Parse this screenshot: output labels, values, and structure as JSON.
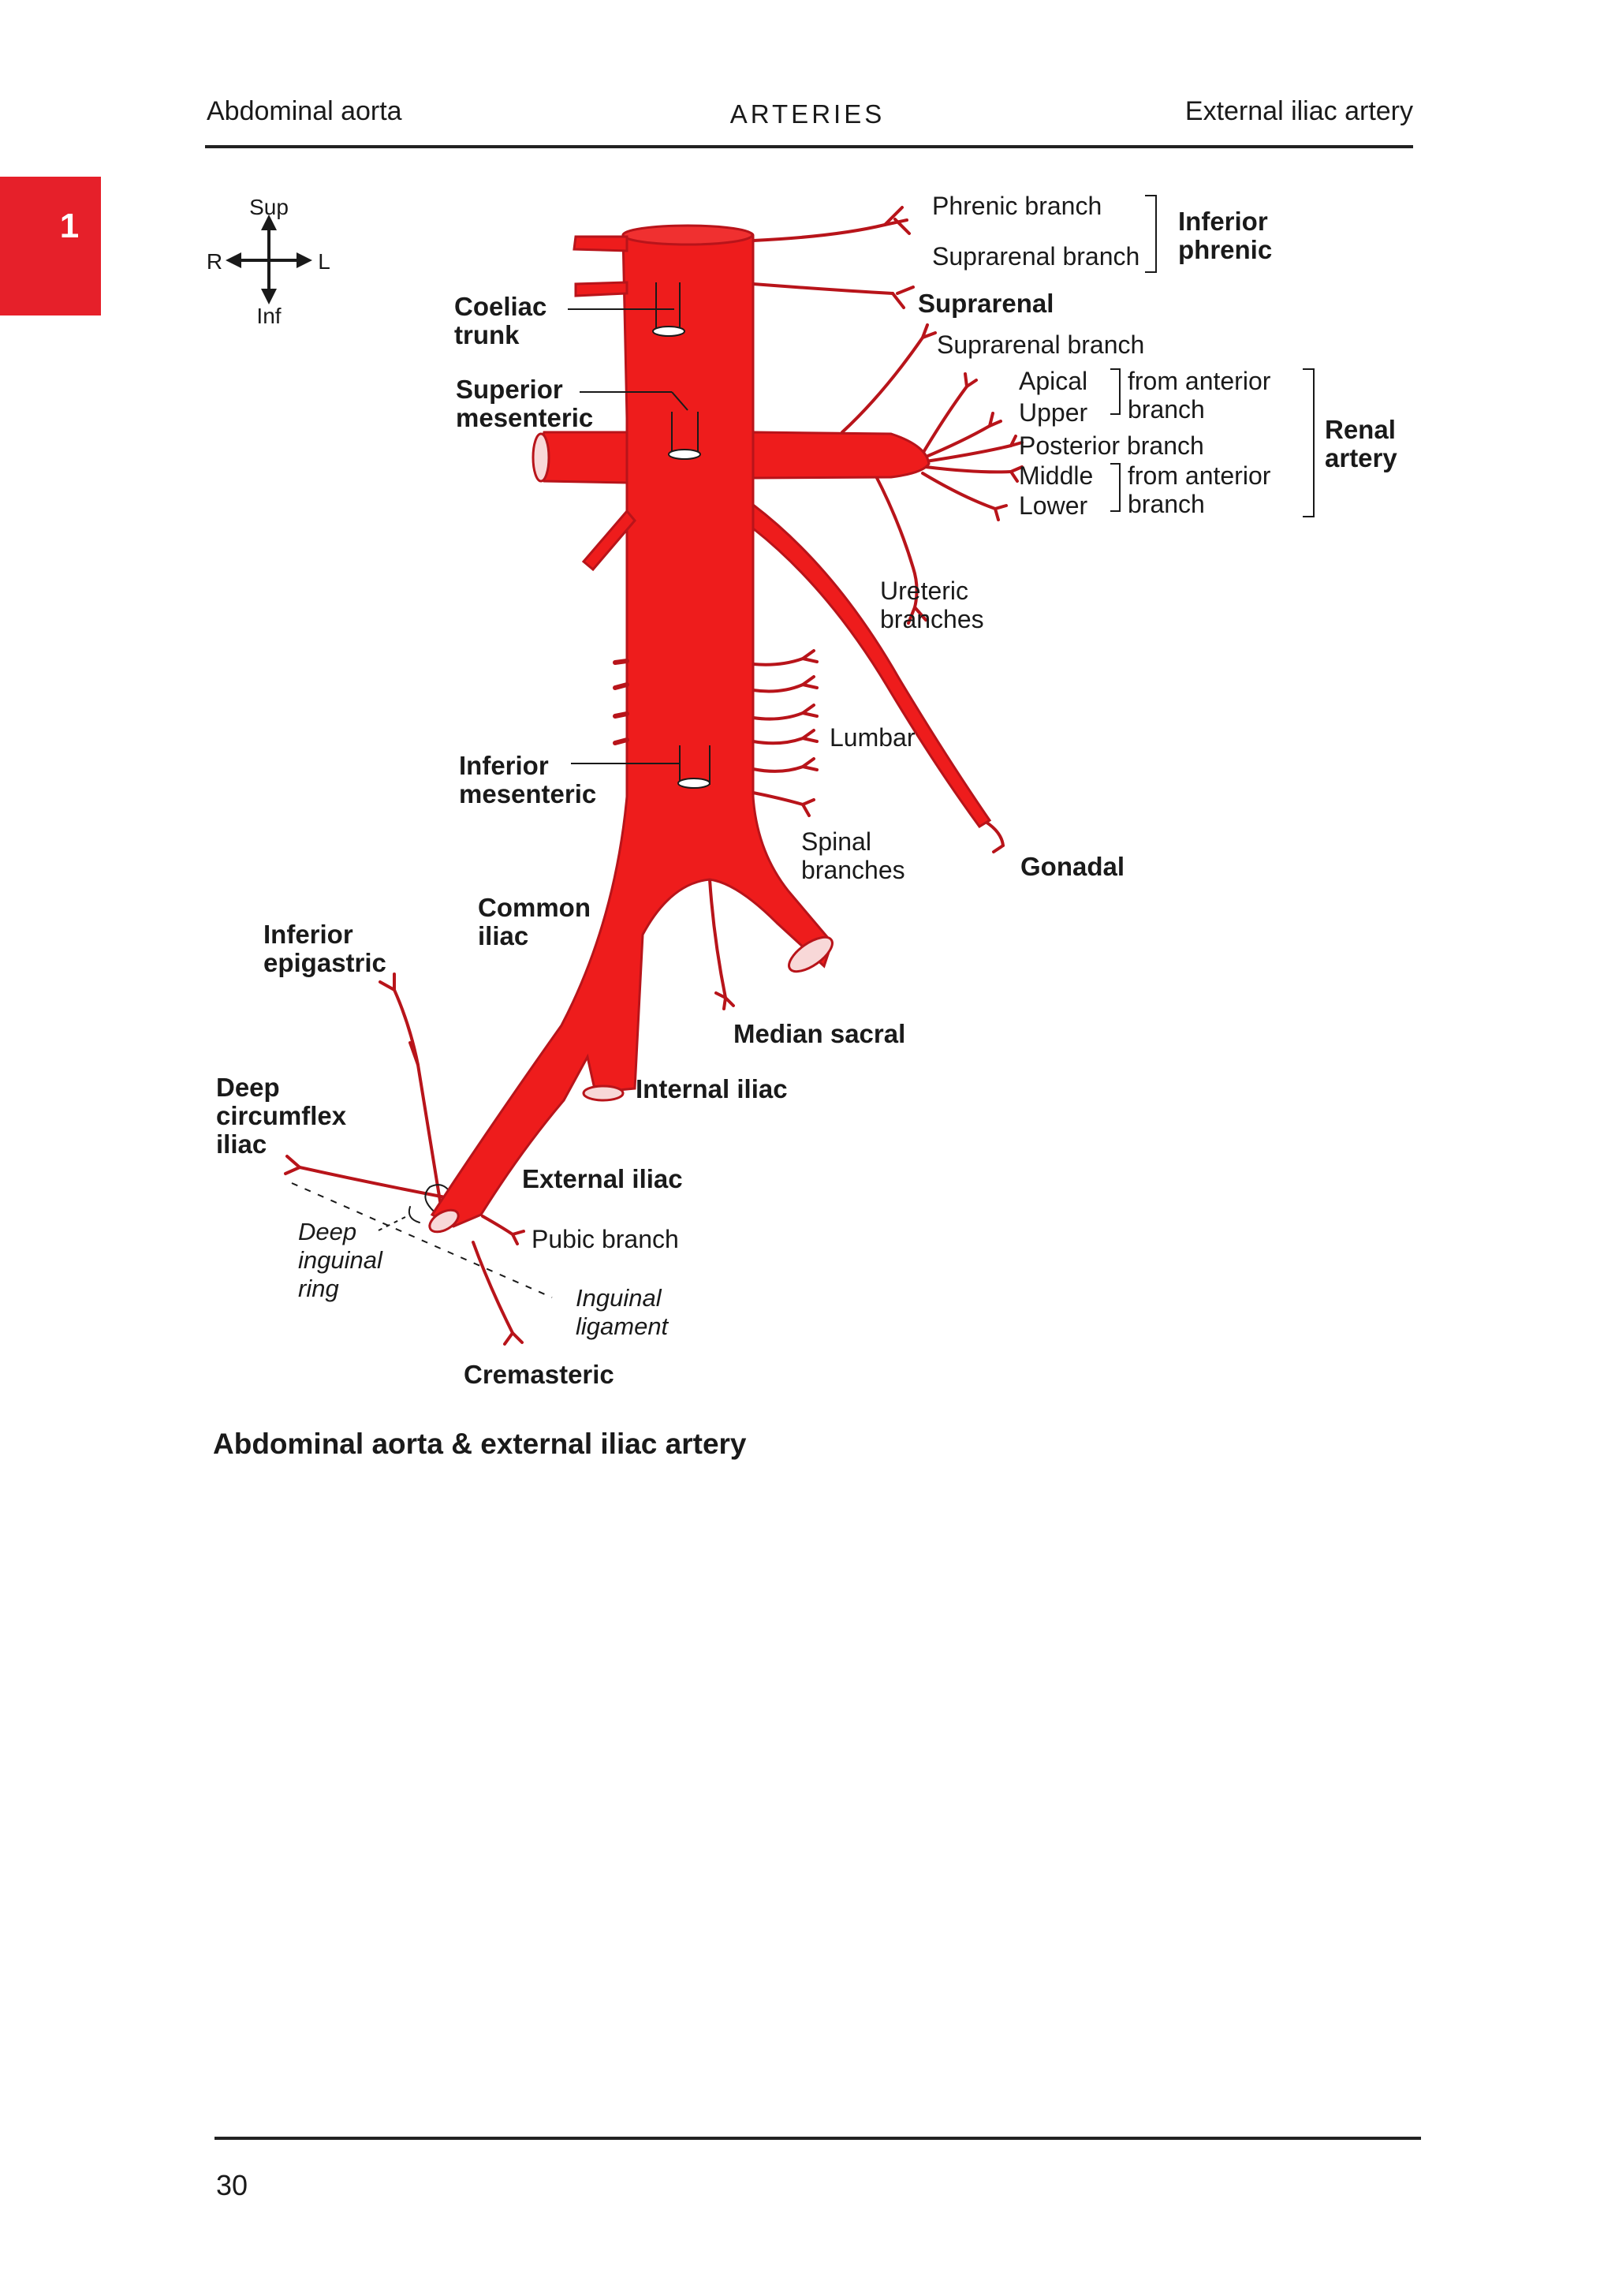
{
  "header": {
    "left": "Abdominal aorta",
    "center": "ARTERIES",
    "right": "External iliac artery"
  },
  "section_tab": {
    "label": "1",
    "color": "#e6202a"
  },
  "orientation": {
    "sup": "Sup",
    "inf": "Inf",
    "right": "R",
    "left": "L"
  },
  "labels": {
    "phrenic_branch": "Phrenic branch",
    "suprarenal_branch_1": "Suprarenal branch",
    "inferior_phrenic": [
      "Inferior",
      "phrenic"
    ],
    "suprarenal": "Suprarenal",
    "suprarenal_branch_2": "Suprarenal branch",
    "apical": "Apical",
    "upper": "Upper",
    "from_anterior_branch_1": [
      "from anterior",
      "branch"
    ],
    "posterior_branch": "Posterior branch",
    "middle": "Middle",
    "lower": "Lower",
    "from_anterior_branch_2": [
      "from anterior",
      "branch"
    ],
    "renal_artery": [
      "Renal",
      "artery"
    ],
    "coeliac_trunk": [
      "Coeliac",
      "trunk"
    ],
    "superior_mesenteric": [
      "Superior",
      "mesenteric"
    ],
    "ureteric_branches": [
      "Ureteric",
      "branches"
    ],
    "lumbar": "Lumbar",
    "inferior_mesenteric": [
      "Inferior",
      "mesenteric"
    ],
    "spinal_branches": [
      "Spinal",
      "branches"
    ],
    "gonadal": "Gonadal",
    "common_iliac": [
      "Common",
      "iliac"
    ],
    "inferior_epigastric": [
      "Inferior",
      "epigastric"
    ],
    "median_sacral": "Median sacral",
    "internal_iliac": "Internal iliac",
    "deep_circumflex_iliac": [
      "Deep",
      "circumflex",
      "iliac"
    ],
    "external_iliac": "External iliac",
    "deep_inguinal_ring": [
      "Deep",
      "inguinal",
      "ring"
    ],
    "pubic_branch": "Pubic branch",
    "inguinal_ligament": [
      "Inguinal",
      "ligament"
    ],
    "cremasteric": "Cremasteric"
  },
  "artery_color": "#ee1c1c",
  "caption": "Abdominal aorta & external iliac artery",
  "page_number": "30"
}
